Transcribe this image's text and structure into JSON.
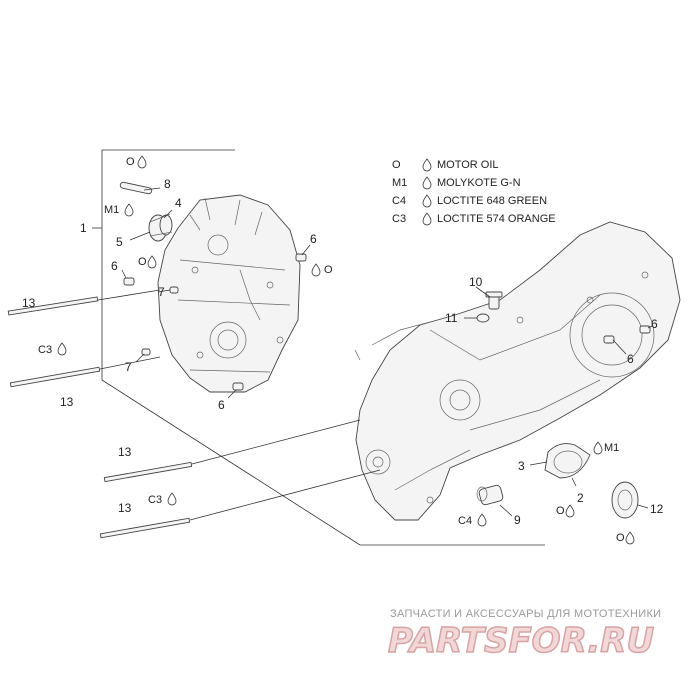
{
  "legend": {
    "items": [
      {
        "code": "O",
        "text": "MOTOR OIL"
      },
      {
        "code": "M1",
        "text": "MOLYKOTE G-N"
      },
      {
        "code": "C4",
        "text": "LOCTITE 648 GREEN"
      },
      {
        "code": "C3",
        "text": "LOCTITE 574 ORANGE"
      }
    ]
  },
  "callouts": {
    "n1": "1",
    "n2": "2",
    "n3": "3",
    "n4": "4",
    "n5": "5",
    "n6a": "6",
    "n6b": "6",
    "n6c": "6",
    "n6d": "6",
    "n6e": "6",
    "n7a": "7",
    "n7b": "7",
    "n8": "8",
    "n9": "9",
    "n10": "10",
    "n11": "11",
    "n12": "12",
    "n13a": "13",
    "n13b": "13",
    "n13c": "13",
    "n13d": "13"
  },
  "markers": {
    "o": "O",
    "m1": "M1",
    "c3": "C3",
    "c4": "C4"
  },
  "watermark": {
    "tagline": "ЗАПЧАСТИ И АКСЕССУАРЫ ДЛЯ МОТОТЕХНИКИ",
    "logo": "PARTSFOR.RU"
  }
}
